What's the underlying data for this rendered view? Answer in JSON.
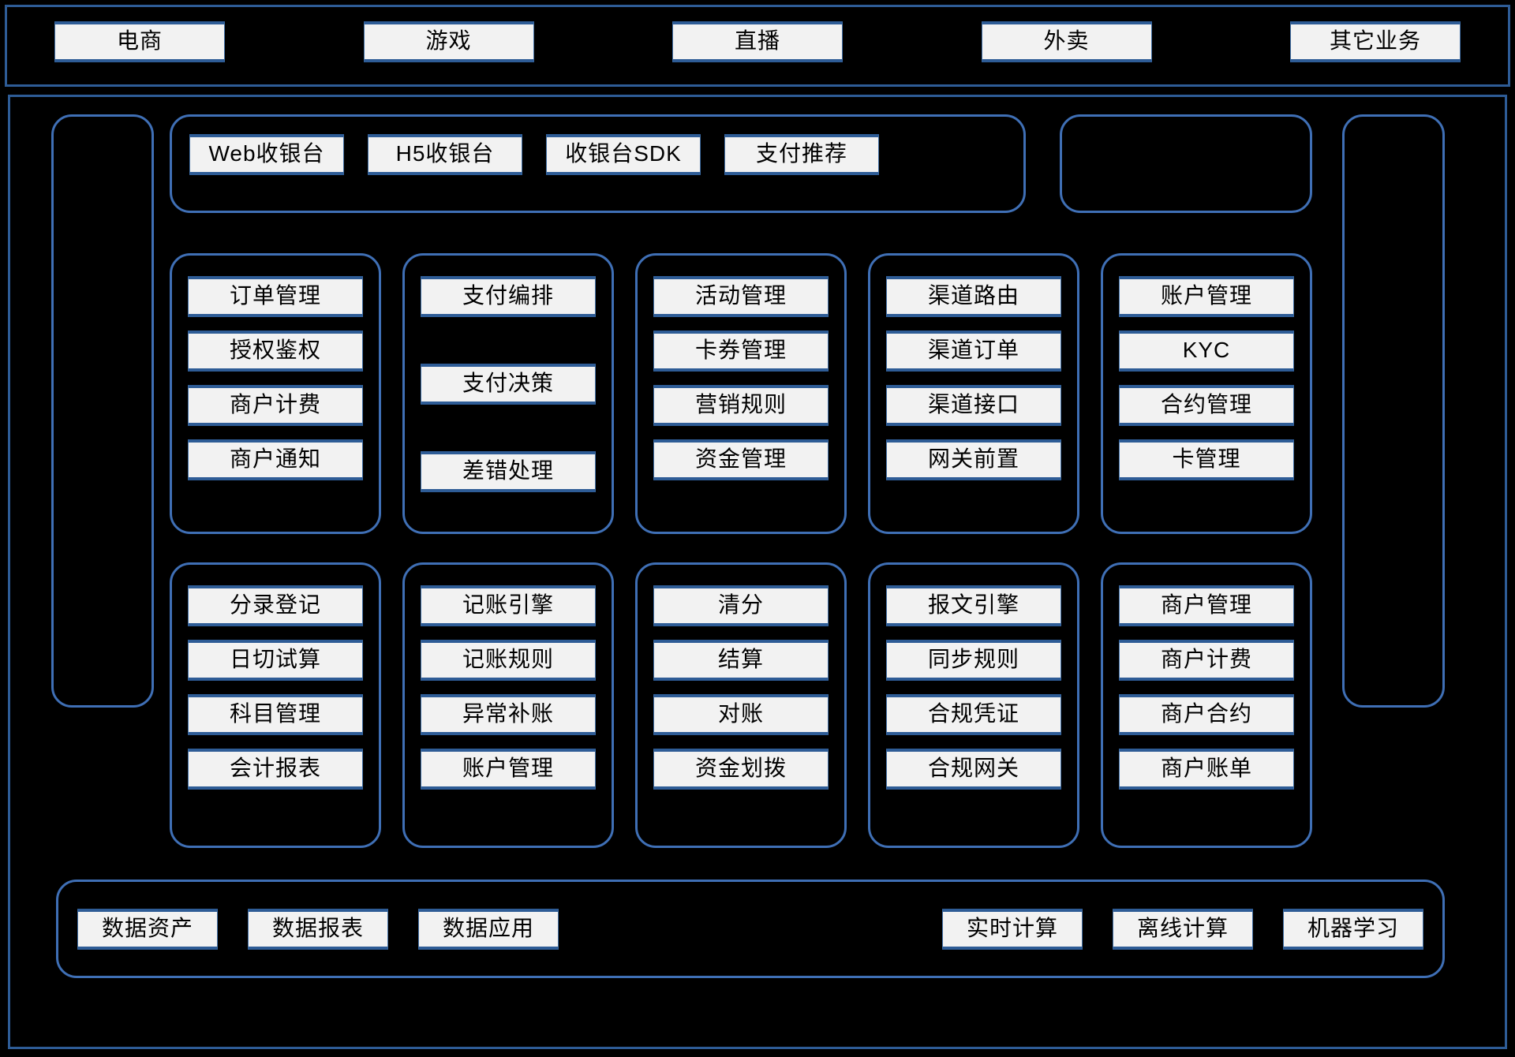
{
  "theme": {
    "background": "#000000",
    "frame_border": "#2e5c96",
    "group_border": "#3f6fb5",
    "chip_fill": "#f2f2f2",
    "chip_border": "#4472a8",
    "chip_text": "#000000"
  },
  "business_band": {
    "items": [
      {
        "label": "电商"
      },
      {
        "label": "游戏"
      },
      {
        "label": "直播"
      },
      {
        "label": "外卖"
      },
      {
        "label": "其它业务"
      }
    ]
  },
  "checkout_panel": {
    "items": [
      {
        "label": "Web收银台"
      },
      {
        "label": "H5收银台"
      },
      {
        "label": "收银台SDK"
      },
      {
        "label": "支付推荐"
      }
    ]
  },
  "spare_panel": {
    "items": []
  },
  "rail_left": {
    "items": []
  },
  "rail_right": {
    "items": []
  },
  "capability_rows": [
    {
      "groups": [
        {
          "name": "transaction-group",
          "sparse": false,
          "items": [
            {
              "label": "订单管理"
            },
            {
              "label": "授权鉴权"
            },
            {
              "label": "商户计费"
            },
            {
              "label": "商户通知"
            }
          ]
        },
        {
          "name": "payment-orchestration-group",
          "sparse": true,
          "items": [
            {
              "label": "支付编排"
            },
            {
              "label": "支付决策"
            },
            {
              "label": "差错处理"
            }
          ]
        },
        {
          "name": "marketing-group",
          "sparse": false,
          "items": [
            {
              "label": "活动管理"
            },
            {
              "label": "卡券管理"
            },
            {
              "label": "营销规则"
            },
            {
              "label": "资金管理"
            }
          ]
        },
        {
          "name": "channel-group",
          "sparse": false,
          "items": [
            {
              "label": "渠道路由"
            },
            {
              "label": "渠道订单"
            },
            {
              "label": "渠道接口"
            },
            {
              "label": "网关前置"
            }
          ]
        },
        {
          "name": "account-group",
          "sparse": false,
          "items": [
            {
              "label": "账户管理"
            },
            {
              "label": "KYC"
            },
            {
              "label": "合约管理"
            },
            {
              "label": "卡管理"
            }
          ]
        }
      ]
    },
    {
      "groups": [
        {
          "name": "accounting-group",
          "sparse": false,
          "items": [
            {
              "label": "分录登记"
            },
            {
              "label": "日切试算"
            },
            {
              "label": "科目管理"
            },
            {
              "label": "会计报表"
            }
          ]
        },
        {
          "name": "bookkeeping-group",
          "sparse": false,
          "items": [
            {
              "label": "记账引擎"
            },
            {
              "label": "记账规则"
            },
            {
              "label": "异常补账"
            },
            {
              "label": "账户管理"
            }
          ]
        },
        {
          "name": "clearing-group",
          "sparse": false,
          "items": [
            {
              "label": "清分"
            },
            {
              "label": "结算"
            },
            {
              "label": "对账"
            },
            {
              "label": "资金划拨"
            }
          ]
        },
        {
          "name": "compliance-group",
          "sparse": false,
          "items": [
            {
              "label": "报文引擎"
            },
            {
              "label": "同步规则"
            },
            {
              "label": "合规凭证"
            },
            {
              "label": "合规网关"
            }
          ]
        },
        {
          "name": "merchant-group",
          "sparse": false,
          "items": [
            {
              "label": "商户管理"
            },
            {
              "label": "商户计费"
            },
            {
              "label": "商户合约"
            },
            {
              "label": "商户账单"
            }
          ]
        }
      ]
    }
  ],
  "data_strip": {
    "left_items": [
      {
        "label": "数据资产"
      },
      {
        "label": "数据报表"
      },
      {
        "label": "数据应用"
      }
    ],
    "right_items": [
      {
        "label": "实时计算"
      },
      {
        "label": "离线计算"
      },
      {
        "label": "机器学习"
      }
    ]
  }
}
